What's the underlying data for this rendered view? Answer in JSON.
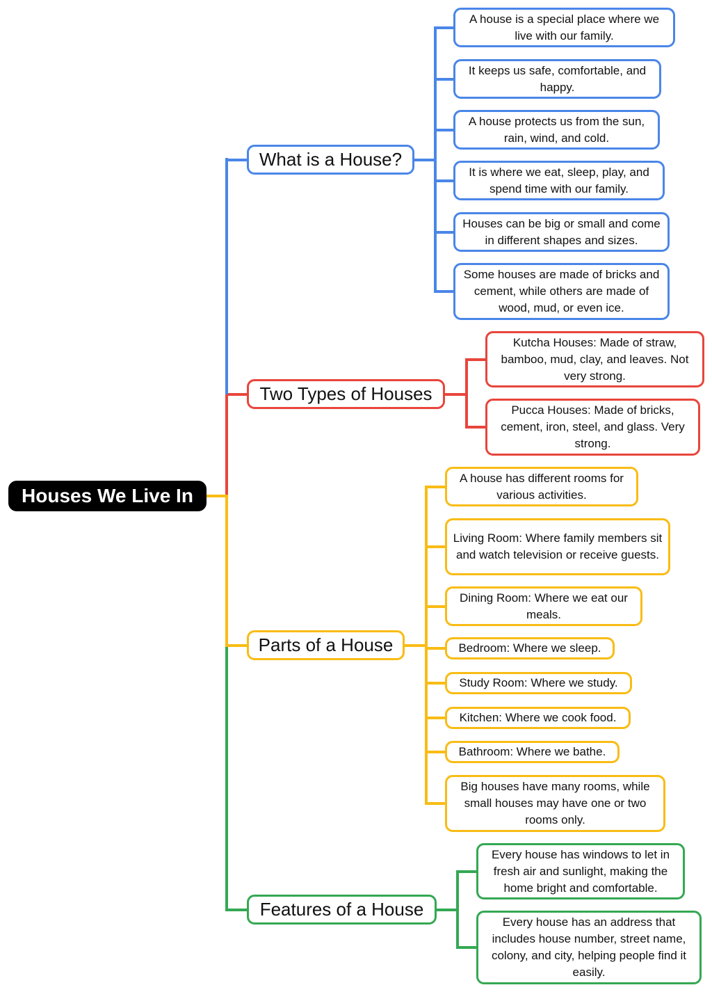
{
  "root": {
    "label": "Houses We Live In"
  },
  "colors": {
    "blue": "#4a86e8",
    "red": "#e8453c",
    "yellow": "#f9bc15",
    "green": "#34a853"
  },
  "branches": [
    {
      "label": "What is a House?",
      "color": "blue",
      "children": [
        "A house is a special place where we live with our family.",
        "It keeps us safe, comfortable, and happy.",
        "A house protects us from the sun, rain, wind, and cold.",
        "It is where we eat, sleep, play, and spend time with our family.",
        "Houses can be big or small and come in different shapes and sizes.",
        "Some houses are made of bricks and cement, while others are made of wood, mud, or even ice."
      ]
    },
    {
      "label": "Two Types of Houses",
      "color": "red",
      "children": [
        "Kutcha Houses: Made of straw, bamboo, mud, clay, and leaves. Not very strong.",
        "Pucca Houses: Made of bricks, cement, iron, steel, and glass. Very strong."
      ]
    },
    {
      "label": "Parts of a House",
      "color": "yellow",
      "children": [
        "A house has different rooms for various activities.",
        "Living Room: Where family members sit and watch television or receive guests.",
        "Dining Room: Where we eat our meals.",
        "Bedroom: Where we sleep.",
        "Study Room: Where we study.",
        "Kitchen: Where we cook food.",
        "Bathroom: Where we bathe.",
        "Big houses have many rooms, while small houses may have one or two rooms only."
      ]
    },
    {
      "label": "Features of a House",
      "color": "green",
      "children": [
        "Every house has windows to let in fresh air and sunlight, making the home bright and comfortable.",
        "Every house has an address that includes house number, street name, colony, and city, helping people find it easily."
      ]
    }
  ]
}
